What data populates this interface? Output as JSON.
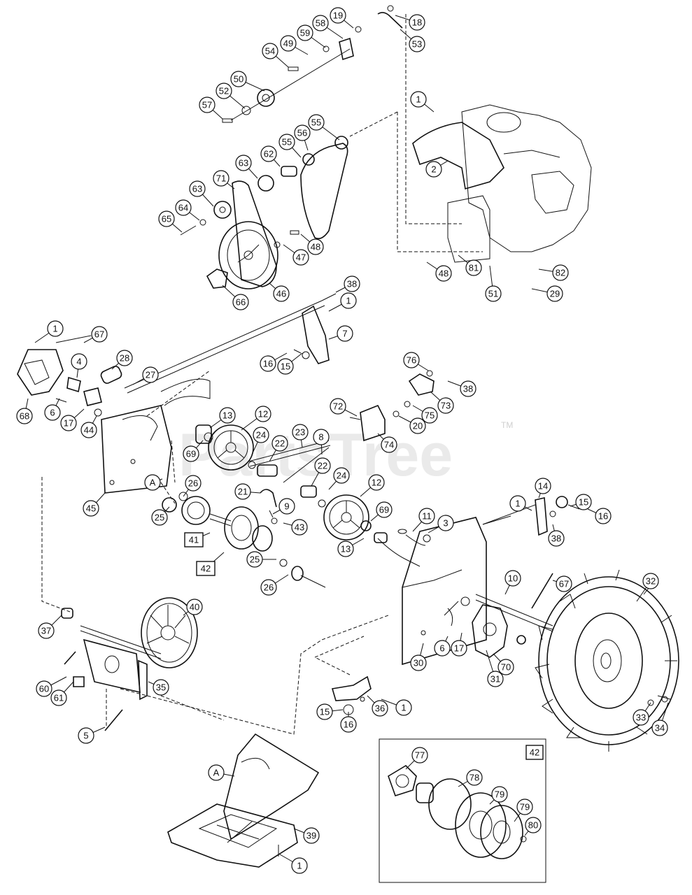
{
  "watermark": {
    "text": "PartsTree",
    "trademark": "TM"
  },
  "inset": {
    "label": "42"
  },
  "section_marks": [
    "A",
    "A"
  ],
  "callouts": [
    {
      "id": "19",
      "boxed": false
    },
    {
      "id": "18",
      "boxed": false
    },
    {
      "id": "58",
      "boxed": false
    },
    {
      "id": "53",
      "boxed": false
    },
    {
      "id": "59",
      "boxed": false
    },
    {
      "id": "49",
      "boxed": false
    },
    {
      "id": "54",
      "boxed": false
    },
    {
      "id": "50",
      "boxed": false
    },
    {
      "id": "52",
      "boxed": false
    },
    {
      "id": "57",
      "boxed": false
    },
    {
      "id": "1",
      "boxed": false
    },
    {
      "id": "55",
      "boxed": false
    },
    {
      "id": "56",
      "boxed": false
    },
    {
      "id": "55",
      "boxed": false
    },
    {
      "id": "62",
      "boxed": false
    },
    {
      "id": "63",
      "boxed": false
    },
    {
      "id": "71",
      "boxed": false
    },
    {
      "id": "63",
      "boxed": false
    },
    {
      "id": "64",
      "boxed": false
    },
    {
      "id": "65",
      "boxed": false
    },
    {
      "id": "2",
      "boxed": false
    },
    {
      "id": "47",
      "boxed": false
    },
    {
      "id": "48",
      "boxed": false
    },
    {
      "id": "66",
      "boxed": false
    },
    {
      "id": "46",
      "boxed": false
    },
    {
      "id": "48",
      "boxed": false
    },
    {
      "id": "81",
      "boxed": false
    },
    {
      "id": "82",
      "boxed": false
    },
    {
      "id": "51",
      "boxed": false
    },
    {
      "id": "29",
      "boxed": false
    },
    {
      "id": "38",
      "boxed": false
    },
    {
      "id": "1",
      "boxed": false
    },
    {
      "id": "7",
      "boxed": false
    },
    {
      "id": "1",
      "boxed": false
    },
    {
      "id": "67",
      "boxed": false
    },
    {
      "id": "4",
      "boxed": false
    },
    {
      "id": "28",
      "boxed": false
    },
    {
      "id": "27",
      "boxed": false
    },
    {
      "id": "16",
      "boxed": false
    },
    {
      "id": "15",
      "boxed": false
    },
    {
      "id": "76",
      "boxed": false
    },
    {
      "id": "38",
      "boxed": false
    },
    {
      "id": "68",
      "boxed": false
    },
    {
      "id": "6",
      "boxed": false
    },
    {
      "id": "17",
      "boxed": false
    },
    {
      "id": "44",
      "boxed": false
    },
    {
      "id": "13",
      "boxed": false
    },
    {
      "id": "12",
      "boxed": false
    },
    {
      "id": "72",
      "boxed": false
    },
    {
      "id": "73",
      "boxed": false
    },
    {
      "id": "75",
      "boxed": false
    },
    {
      "id": "20",
      "boxed": false
    },
    {
      "id": "74",
      "boxed": false
    },
    {
      "id": "69",
      "boxed": false
    },
    {
      "id": "24",
      "boxed": false
    },
    {
      "id": "22",
      "boxed": false
    },
    {
      "id": "23",
      "boxed": false
    },
    {
      "id": "8",
      "boxed": false
    },
    {
      "id": "45",
      "boxed": false
    },
    {
      "id": "A",
      "boxed": false
    },
    {
      "id": "26",
      "boxed": false
    },
    {
      "id": "21",
      "boxed": false
    },
    {
      "id": "22",
      "boxed": false
    },
    {
      "id": "24",
      "boxed": false
    },
    {
      "id": "12",
      "boxed": false
    },
    {
      "id": "25",
      "boxed": false
    },
    {
      "id": "9",
      "boxed": false
    },
    {
      "id": "43",
      "boxed": false
    },
    {
      "id": "41",
      "boxed": true
    },
    {
      "id": "42",
      "boxed": true
    },
    {
      "id": "69",
      "boxed": false
    },
    {
      "id": "13",
      "boxed": false
    },
    {
      "id": "11",
      "boxed": false
    },
    {
      "id": "3",
      "boxed": false
    },
    {
      "id": "14",
      "boxed": false
    },
    {
      "id": "1",
      "boxed": false
    },
    {
      "id": "15",
      "boxed": false
    },
    {
      "id": "16",
      "boxed": false
    },
    {
      "id": "38",
      "boxed": false
    },
    {
      "id": "25",
      "boxed": false
    },
    {
      "id": "26",
      "boxed": false
    },
    {
      "id": "67",
      "boxed": false
    },
    {
      "id": "10",
      "boxed": false
    },
    {
      "id": "32",
      "boxed": false
    },
    {
      "id": "40",
      "boxed": false
    },
    {
      "id": "37",
      "boxed": false
    },
    {
      "id": "30",
      "boxed": false
    },
    {
      "id": "6",
      "boxed": false
    },
    {
      "id": "17",
      "boxed": false
    },
    {
      "id": "70",
      "boxed": false
    },
    {
      "id": "31",
      "boxed": false
    },
    {
      "id": "60",
      "boxed": false
    },
    {
      "id": "61",
      "boxed": false
    },
    {
      "id": "35",
      "boxed": false
    },
    {
      "id": "15",
      "boxed": false
    },
    {
      "id": "36",
      "boxed": false
    },
    {
      "id": "1",
      "boxed": false
    },
    {
      "id": "16",
      "boxed": false
    },
    {
      "id": "33",
      "boxed": false
    },
    {
      "id": "34",
      "boxed": false
    },
    {
      "id": "5",
      "boxed": false
    },
    {
      "id": "A",
      "boxed": false
    },
    {
      "id": "77",
      "boxed": false
    },
    {
      "id": "78",
      "boxed": false
    },
    {
      "id": "79",
      "boxed": false
    },
    {
      "id": "79",
      "boxed": false
    },
    {
      "id": "80",
      "boxed": false
    },
    {
      "id": "39",
      "boxed": false
    },
    {
      "id": "1",
      "boxed": false
    }
  ]
}
